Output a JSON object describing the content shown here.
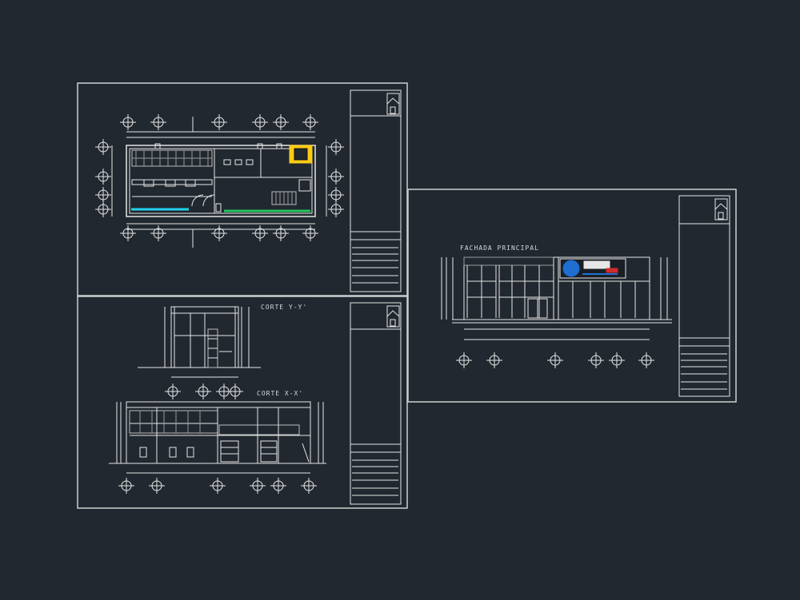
{
  "labels": {
    "corte_yy": "CORTE Y-Y'",
    "corte_xx": "CORTE X-X'",
    "fachada": "FACHADA PRINCIPAL"
  },
  "colors": {
    "background": "#212830",
    "line": "#e6e6e6",
    "accent_green": "#22c55e",
    "accent_cyan": "#22d3ee",
    "accent_yellow": "#facc15",
    "accent_blue": "#1f6fd1",
    "accent_red": "#d22a2a"
  }
}
